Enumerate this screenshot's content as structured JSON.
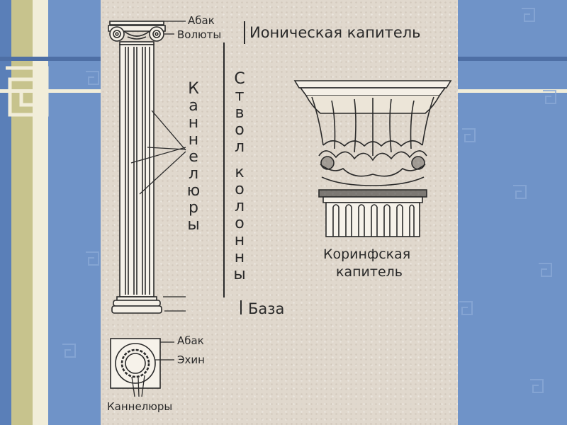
{
  "column_labels": {
    "abacus": "Абак",
    "volutes": "Волюты",
    "flutes_vertical": "Каннелюры",
    "shaft_vertical_1": "Ствол",
    "shaft_vertical_2": "колонны",
    "base": "База"
  },
  "ionic_capital_title": "Ионическая капитель",
  "corinthian_capital_title": [
    "Коринфская",
    "капитель"
  ],
  "plan_labels": {
    "abacus": "Абак",
    "echinus": "Эхин",
    "flutes": "Каннелюры"
  },
  "colors": {
    "background": "#6f93c8",
    "panel": "#e0d8cd",
    "ink": "#2a2a2a",
    "stripe": "#c7c38d"
  }
}
